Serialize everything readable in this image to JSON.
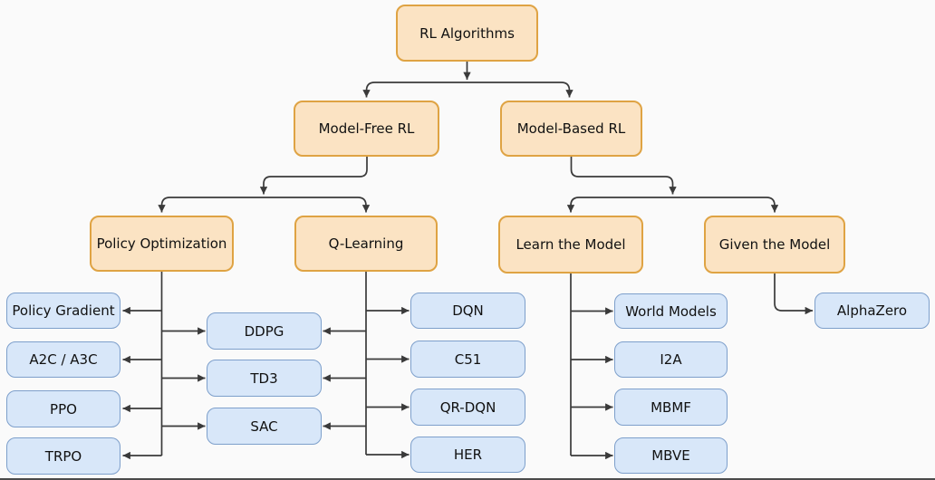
{
  "title": "RL Algorithms",
  "styles": {
    "page_bg": "#fafafa",
    "category_fill": "#fbe3c3",
    "category_border": "#dfa343",
    "leaf_fill": "#d8e7f9",
    "leaf_border": "#7d9fcb",
    "line_color": "#3a3a3a",
    "text_color": "#111111",
    "bottom_edge": "#4a4a4a"
  },
  "nodes": {
    "rl_algorithms": "RL Algorithms",
    "model_free": "Model-Free RL",
    "model_based": "Model-Based RL",
    "policy_optimization": "Policy Optimization",
    "q_learning": "Q-Learning",
    "learn_model": "Learn the Model",
    "given_model": "Given the Model",
    "policy_gradient": "Policy Gradient",
    "a2c_a3c": "A2C / A3C",
    "ppo": "PPO",
    "trpo": "TRPO",
    "ddpg": "DDPG",
    "td3": "TD3",
    "sac": "SAC",
    "dqn": "DQN",
    "c51": "C51",
    "qr_dqn": "QR-DQN",
    "her": "HER",
    "world_models": "World Models",
    "i2a": "I2A",
    "mbmf": "MBMF",
    "mbve": "MBVE",
    "alphazero": "AlphaZero"
  },
  "edges": [
    {
      "from": "RL Algorithms",
      "to": [
        "Model-Free RL",
        "Model-Based RL"
      ]
    },
    {
      "from": "Model-Free RL",
      "to": [
        "Policy Optimization",
        "Q-Learning"
      ]
    },
    {
      "from": "Model-Based RL",
      "to": [
        "Learn the Model",
        "Given the Model"
      ]
    },
    {
      "from": "Policy Optimization",
      "to": [
        "Policy Gradient",
        "A2C / A3C",
        "PPO",
        "TRPO",
        "DDPG",
        "TD3",
        "SAC"
      ]
    },
    {
      "from": "Q-Learning",
      "to": [
        "DDPG",
        "TD3",
        "SAC",
        "DQN",
        "C51",
        "QR-DQN",
        "HER"
      ]
    },
    {
      "from": "Learn the Model",
      "to": [
        "World Models",
        "I2A",
        "MBMF",
        "MBVE"
      ]
    },
    {
      "from": "Given the Model",
      "to": [
        "AlphaZero"
      ]
    }
  ]
}
